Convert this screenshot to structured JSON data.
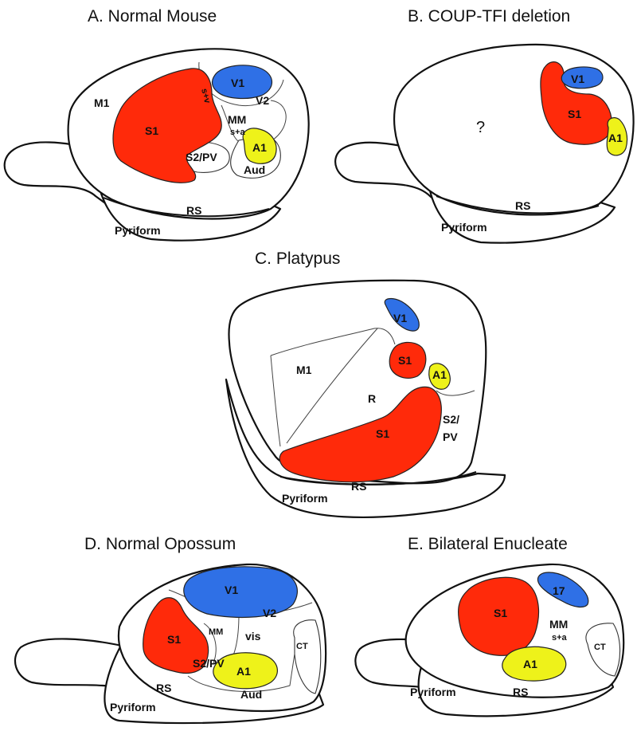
{
  "panels": {
    "a": {
      "title": "A.  Normal Mouse",
      "labels": {
        "m1": "M1",
        "s1": "S1",
        "s_plus_v": "s+v",
        "v1": "V1",
        "v2": "V2",
        "mm": "MM",
        "s_plus_a": "s+a",
        "s2pv": "S2/PV",
        "a1": "A1",
        "aud": "Aud",
        "rs": "RS",
        "pyriform": "Pyriform"
      }
    },
    "b": {
      "title": "B.  COUP-TFI deletion",
      "labels": {
        "question": "?",
        "v1": "V1",
        "s1": "S1",
        "a1": "A1",
        "rs": "RS",
        "pyriform": "Pyriform"
      }
    },
    "c": {
      "title": "C.  Platypus",
      "labels": {
        "v1": "V1",
        "m1": "M1",
        "s1_small": "S1",
        "a1": "A1",
        "r": "R",
        "s1_large": "S1",
        "s2": "S2/",
        "pv": "PV",
        "rs": "RS",
        "pyriform": "Pyriform"
      }
    },
    "d": {
      "title": "D.  Normal Opossum",
      "labels": {
        "v1": "V1",
        "v2": "V2",
        "s1": "S1",
        "mm": "MM",
        "vis": "vis",
        "ct": "CT",
        "s2pv": "S2/PV",
        "a1": "A1",
        "aud": "Aud",
        "rs": "RS",
        "pyriform": "Pyriform"
      }
    },
    "e": {
      "title": "E.  Bilateral Enucleate",
      "labels": {
        "s1": "S1",
        "v17": "17",
        "mm": "MM",
        "s_plus_a": "s+a",
        "ct": "CT",
        "a1": "A1",
        "pyriform": "Pyriform",
        "rs": "RS"
      }
    }
  },
  "colors": {
    "somatosensory": "#ff2a0a",
    "visual": "#2f70e6",
    "auditory": "#eef21a",
    "outline": "#111111",
    "background": "#ffffff"
  }
}
